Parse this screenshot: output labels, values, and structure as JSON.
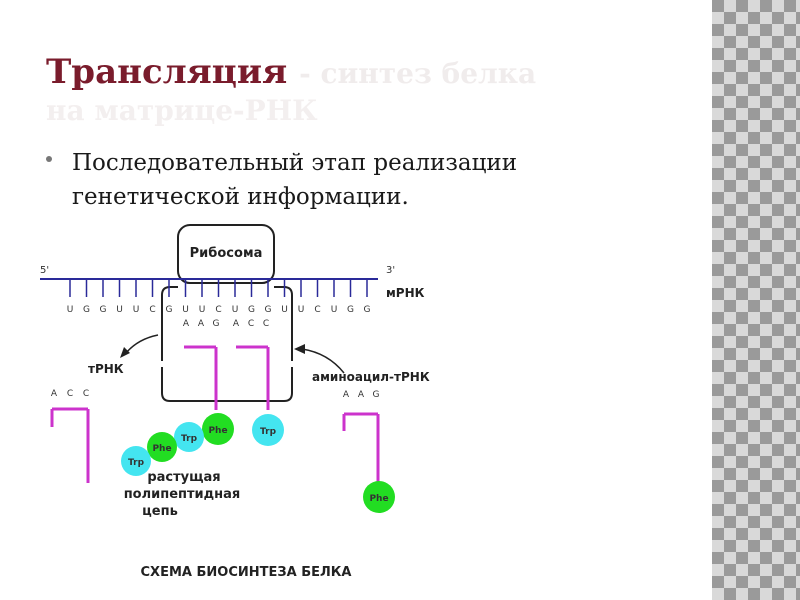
{
  "slide": {
    "title": "Трансляция",
    "title_faded_1": "- синтез белка",
    "title_faded_2": "на матрице-РНК",
    "bullet": "Последовательный этап реализации генетической информации."
  },
  "diagram": {
    "ribosome": "Рибосома",
    "end5": "5'",
    "end3": "3'",
    "mrna_label": "мРНК",
    "mrna_bases": [
      "U",
      "G",
      "G",
      "U",
      "U",
      "C",
      "G",
      "U",
      "U",
      "C",
      "U",
      "G",
      "G",
      "U",
      "U",
      "C",
      "U",
      "G",
      "G"
    ],
    "anticodon_1": [
      "A",
      "A",
      "G"
    ],
    "anticodon_2": [
      "A",
      "C",
      "C"
    ],
    "trna_left_label": "тРНК",
    "trna_left_bases": [
      "A",
      "C",
      "C"
    ],
    "aminoacyl_label": "аминоацил-тРНК",
    "aminoacyl_bases": [
      "A",
      "A",
      "G"
    ],
    "chain_label_1": "растущая",
    "chain_label_2": "полипептидная",
    "chain_label_3": "цепь",
    "caption": "СХЕМА БИОСИНТЕЗА БЕЛКА",
    "amino_acids": {
      "phe": "Phe",
      "trp": "Trp"
    },
    "colors": {
      "phe": "#22dd22",
      "trp": "#44e5f0",
      "trna": "#cc33cc",
      "mrna": "#2a2a99"
    }
  }
}
